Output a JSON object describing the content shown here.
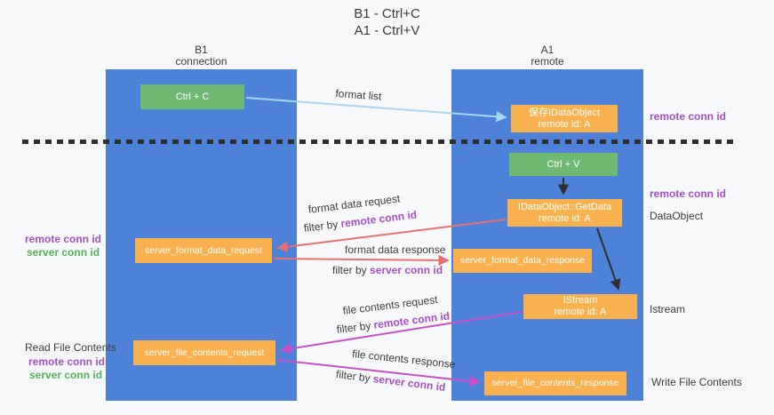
{
  "title": {
    "line1": "B1 - Ctrl+C",
    "line2": "A1 - Ctrl+V"
  },
  "columns": {
    "left": {
      "name": "B1",
      "subtitle": "connection"
    },
    "right": {
      "name": "A1",
      "subtitle": "remote"
    }
  },
  "boxes": {
    "ctrl_c": "Ctrl + C",
    "save_idataobject": {
      "line1": "保存IDataObject",
      "line2": "remote id: A"
    },
    "ctrl_v": "Ctrl + V",
    "getdata": {
      "line1": "IDataObject::GetData",
      "line2": "remote id: A"
    },
    "server_format_data_request": "server_format_data_request",
    "server_format_data_response": "server_format_data_response",
    "istream": {
      "line1": "IStream",
      "line2": "remote id: A"
    },
    "server_file_contents_request": "server_file_contents_request",
    "server_file_contents_response": "server_file_contents_response"
  },
  "flow_labels": {
    "format_list": "format list",
    "format_data_request": "format data request",
    "format_data_response": "format data response",
    "file_contents_request": "file contents request",
    "file_contents_response": "file contents response",
    "filter_by": "filter by ",
    "remote_conn_id": "remote conn id",
    "server_conn_id": "server conn id"
  },
  "side_labels": {
    "left_remote_conn_id": "remote conn id",
    "left_server_conn_id": "server conn id",
    "read_file_contents": "Read File Contents",
    "left_remote_conn_id2": "remote conn id",
    "left_server_conn_id2": "server conn id",
    "right_remote_conn_id_top": "remote conn id",
    "right_remote_conn_id_mid": "remote conn id",
    "dataobject": "DataObject",
    "istream": "Istream",
    "write_file_contents": "Write File Contents"
  },
  "colors": {
    "lifeline_blue": "#4d82d8",
    "box_green": "#6fba72",
    "box_orange": "#f9b04f",
    "arrow_light_blue": "#a9d4f2",
    "arrow_black": "#2f2f2f",
    "arrow_red": "#e87070",
    "arrow_magenta": "#c750c7",
    "text_purple": "#a551c5",
    "text_green": "#55b25a",
    "background": "#f7f8f9"
  }
}
